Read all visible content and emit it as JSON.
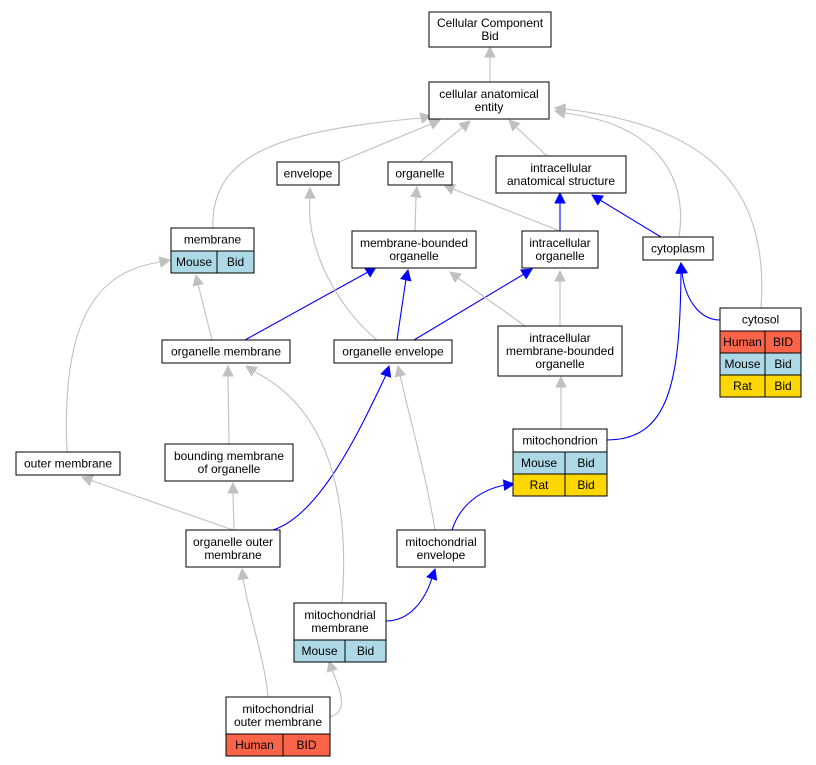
{
  "colors": {
    "edge_gray": "#c0c0c0",
    "edge_blue": "#0000ff",
    "human": "#fa6448",
    "mouse": "#add8e6",
    "rat": "#ffd700"
  },
  "nodes": {
    "root": {
      "lines": [
        "Cellular Component",
        "Bid"
      ]
    },
    "cae": {
      "lines": [
        "cellular anatomical",
        "entity"
      ]
    },
    "envelope": {
      "lines": [
        "envelope"
      ]
    },
    "organelle": {
      "lines": [
        "organelle"
      ]
    },
    "ias": {
      "lines": [
        "intracellular",
        "anatomical structure"
      ]
    },
    "membrane": {
      "lines": [
        "membrane"
      ],
      "annotations": [
        [
          "Mouse",
          "Bid"
        ]
      ]
    },
    "mbo": {
      "lines": [
        "membrane-bounded",
        "organelle"
      ]
    },
    "io": {
      "lines": [
        "intracellular",
        "organelle"
      ]
    },
    "cytoplasm": {
      "lines": [
        "cytoplasm"
      ]
    },
    "cytosol": {
      "lines": [
        "cytosol"
      ],
      "annotations": [
        [
          "Human",
          "BID"
        ],
        [
          "Mouse",
          "Bid"
        ],
        [
          "Rat",
          "Bid"
        ]
      ]
    },
    "om": {
      "lines": [
        "organelle membrane"
      ]
    },
    "oe": {
      "lines": [
        "organelle envelope"
      ]
    },
    "imbo": {
      "lines": [
        "intracellular",
        "membrane-bounded",
        "organelle"
      ]
    },
    "outer": {
      "lines": [
        "outer membrane"
      ]
    },
    "bmo": {
      "lines": [
        "bounding membrane",
        "of organelle"
      ]
    },
    "mito": {
      "lines": [
        "mitochondrion"
      ],
      "annotations": [
        [
          "Mouse",
          "Bid"
        ],
        [
          "Rat",
          "Bid"
        ]
      ]
    },
    "oom": {
      "lines": [
        "organelle outer",
        "membrane"
      ]
    },
    "me": {
      "lines": [
        "mitochondrial",
        "envelope"
      ]
    },
    "mm": {
      "lines": [
        "mitochondrial",
        "membrane"
      ],
      "annotations": [
        [
          "Mouse",
          "Bid"
        ]
      ]
    },
    "mom": {
      "lines": [
        "mitochondrial",
        "outer membrane"
      ],
      "annotations": [
        [
          "Human",
          "BID"
        ]
      ]
    }
  }
}
